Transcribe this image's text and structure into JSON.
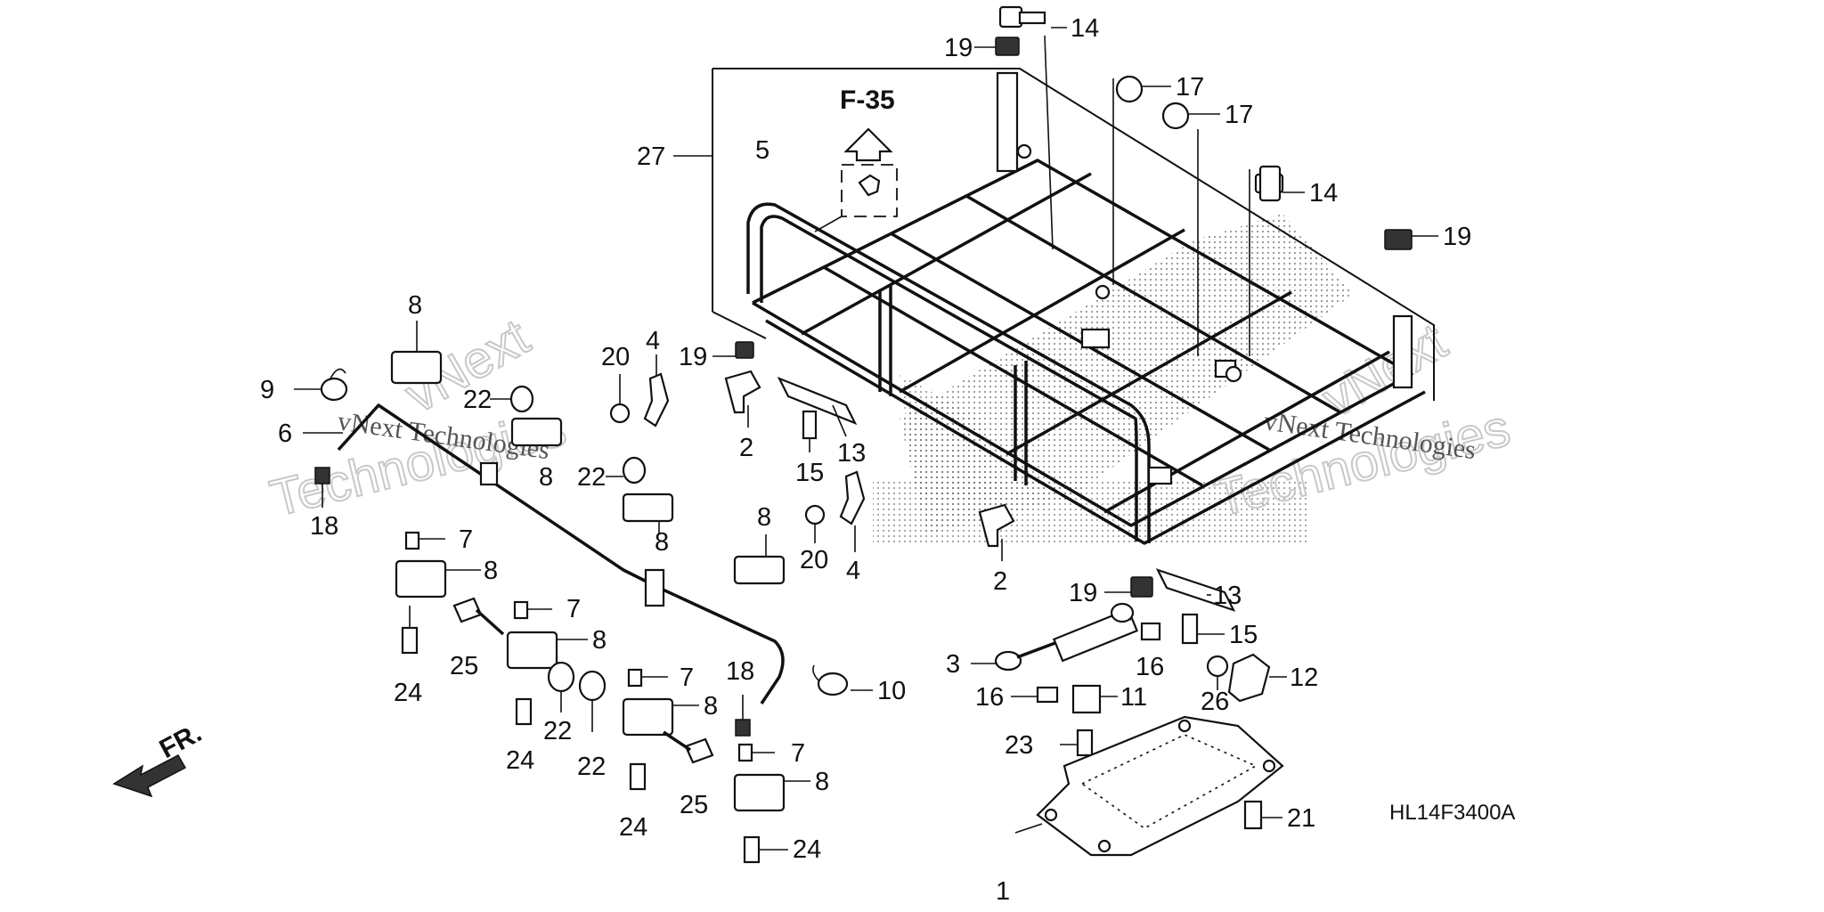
{
  "diagram": {
    "reference_code": "HL14F3400A",
    "figure_reference": "F-35",
    "front_arrow_label": "FR.",
    "watermark": {
      "text_large": "Technologies",
      "text_arc": "vNext",
      "text_line": "vNext Technologies"
    },
    "callouts": {
      "c1": "1",
      "c2a": "2",
      "c2b": "2",
      "c3": "3",
      "c4a": "4",
      "c4b": "4",
      "c5": "5",
      "c6": "6",
      "c7a": "7",
      "c7b": "7",
      "c7c": "7",
      "c7d": "7",
      "c8a": "8",
      "c8b": "8",
      "c8c": "8",
      "c8d": "8",
      "c8e": "8",
      "c8f": "8",
      "c8g": "8",
      "c8h": "8",
      "c9": "9",
      "c10": "10",
      "c11": "11",
      "c12": "12",
      "c13a": "13",
      "c13b": "13",
      "c14a": "14",
      "c14b": "14",
      "c15a": "15",
      "c15b": "15",
      "c16a": "16",
      "c16b": "16",
      "c17a": "17",
      "c17b": "17",
      "c18a": "18",
      "c18b": "18",
      "c19a": "19",
      "c19b": "19",
      "c19c": "19",
      "c19d": "19",
      "c20a": "20",
      "c20b": "20",
      "c21": "21",
      "c22a": "22",
      "c22b": "22",
      "c22c": "22",
      "c22d": "22",
      "c23": "23",
      "c24a": "24",
      "c24b": "24",
      "c24c": "24",
      "c24d": "24",
      "c25a": "25",
      "c25b": "25",
      "c26": "26",
      "c27": "27"
    }
  }
}
